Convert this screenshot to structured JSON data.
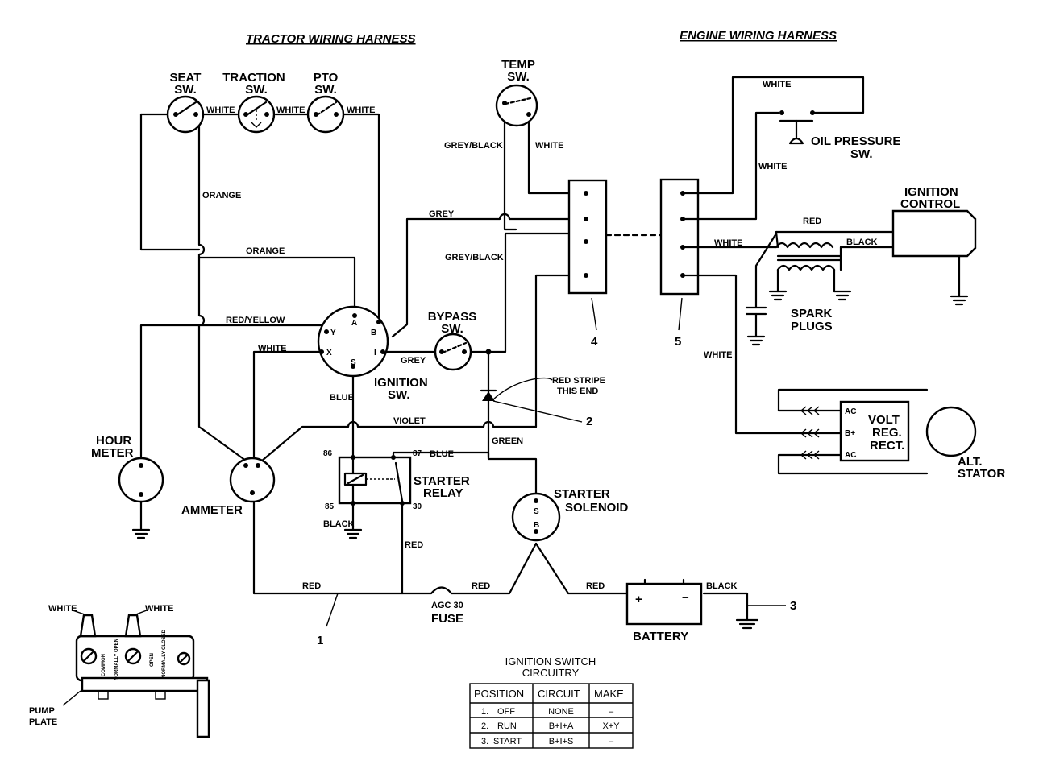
{
  "headers": {
    "tractor": "TRACTOR WIRING HARNESS",
    "engine": "ENGINE WIRING HARNESS"
  },
  "components": {
    "seat_sw": [
      "SEAT",
      "SW."
    ],
    "traction_sw": [
      "TRACTION",
      "SW."
    ],
    "pto_sw": [
      "PTO",
      "SW."
    ],
    "temp_sw": [
      "TEMP",
      "SW."
    ],
    "oil_pressure_sw": [
      "OIL PRESSURE",
      "SW."
    ],
    "ignition_control": [
      "IGNITION",
      "CONTROL"
    ],
    "spark_plugs": [
      "SPARK",
      "PLUGS"
    ],
    "bypass_sw": [
      "BYPASS",
      "SW."
    ],
    "ignition_sw": [
      "IGNITION",
      "SW."
    ],
    "hour_meter": [
      "HOUR",
      "METER"
    ],
    "ammeter": "AMMETER",
    "starter_relay": [
      "STARTER",
      "RELAY"
    ],
    "starter_solenoid": [
      "STARTER",
      "SOLENOID"
    ],
    "battery": "BATTERY",
    "fuse": [
      "AGC 30",
      "FUSE"
    ],
    "volt_reg": [
      "VOLT",
      "REG.",
      "RECT."
    ],
    "alt_stator": [
      "ALT.",
      "STATOR"
    ],
    "pump_plate": [
      "PUMP",
      "PLATE"
    ],
    "diode_note": [
      "RED STRIPE",
      "THIS END"
    ]
  },
  "wire_labels": {
    "white": "WHITE",
    "orange": "ORANGE",
    "red_yellow": "RED/YELLOW",
    "grey": "GREY",
    "grey_black": "GREY/BLACK",
    "blue": "BLUE",
    "violet": "VIOLET",
    "green": "GREEN",
    "black": "BLACK",
    "red": "RED"
  },
  "pins": {
    "ign": [
      "A",
      "B",
      "Y",
      "X",
      "I",
      "S"
    ],
    "relay": [
      "86",
      "87",
      "85",
      "30"
    ],
    "solenoid": [
      "S",
      "B"
    ],
    "battery": [
      "+",
      "−"
    ],
    "regulator": [
      "AC",
      "B+",
      "AC"
    ]
  },
  "callouts": [
    "1",
    "2",
    "3",
    "4",
    "5"
  ],
  "pump_switch_text": [
    "COMMON",
    "NORMALLY OPEN",
    "OPEN",
    "NORMALLY CLOSED"
  ],
  "table": {
    "title": [
      "IGNITION SWITCH",
      "CIRCUITRY"
    ],
    "columns": [
      "POSITION",
      "CIRCUIT",
      "MAKE"
    ],
    "rows": [
      [
        "1.",
        "OFF",
        "NONE",
        "–"
      ],
      [
        "2.",
        "RUN",
        "B+I+A",
        "X+Y"
      ],
      [
        "3.",
        "START",
        "B+I+S",
        "–"
      ]
    ]
  }
}
